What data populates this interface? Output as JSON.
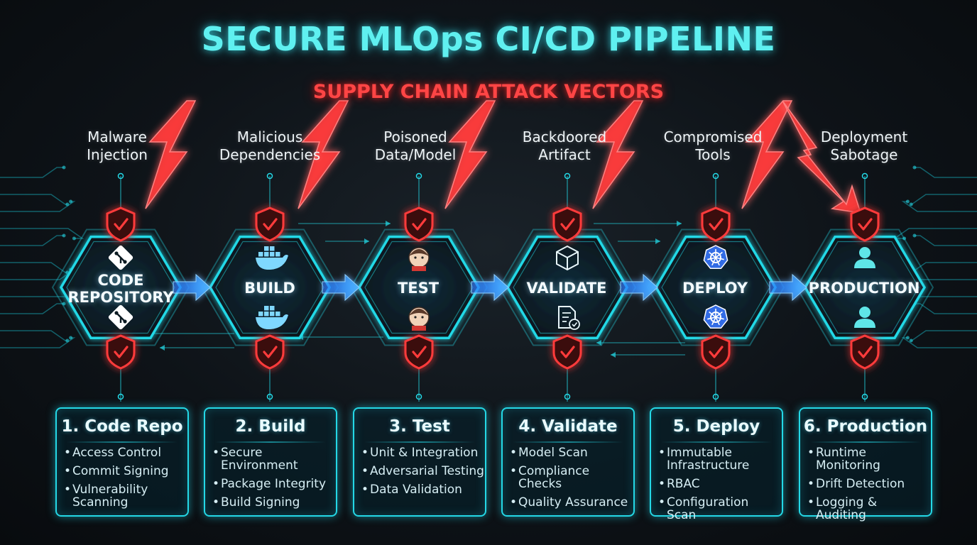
{
  "title": "SECURE MLOps CI/CD PIPELINE",
  "subtitle": "SUPPLY CHAIN ATTACK VECTORS",
  "attacks": [
    {
      "line1": "Malware",
      "line2": "Injection"
    },
    {
      "line1": "Malicious",
      "line2": "Dependencies"
    },
    {
      "line1": "Poisoned",
      "line2": "Data/Model"
    },
    {
      "line1": "Backdoored",
      "line2": "Artifact"
    },
    {
      "line1": "Compromised",
      "line2": "Tools"
    },
    {
      "line1": "Deployment",
      "line2": "Sabotage"
    }
  ],
  "stages": [
    {
      "line1": "CODE",
      "line2": "REPOSITORY",
      "icon": "git-icon"
    },
    {
      "line1": "",
      "line2": "BUILD",
      "icon": "docker-icon"
    },
    {
      "line1": "",
      "line2": "TEST",
      "icon": "jenkins-icon"
    },
    {
      "line1": "",
      "line2": "VALIDATE",
      "icon": "cube-icon"
    },
    {
      "line1": "",
      "line2": "DEPLOY",
      "icon": "kubernetes-icon"
    },
    {
      "line1": "",
      "line2": "PRODUCTION",
      "icon": "user-icon"
    }
  ],
  "cards": [
    {
      "title": "1. Code Repo",
      "items": [
        "Access Control",
        "Commit Signing",
        "Vulnerability\nScanning"
      ]
    },
    {
      "title": "2. Build",
      "items": [
        "Secure Environment",
        "Package Integrity",
        "Build Signing"
      ]
    },
    {
      "title": "3. Test",
      "items": [
        "Unit & Integration",
        "Adversarial Testing",
        "Data Validation"
      ]
    },
    {
      "title": "4. Validate",
      "items": [
        "Model Scan",
        "Compliance Checks",
        "Quality Assurance"
      ]
    },
    {
      "title": "5. Deploy",
      "items": [
        "Immutable\nInfrastructure",
        "RBAC",
        "Configuration Scan"
      ]
    },
    {
      "title": "6. Production",
      "items": [
        "Runtime Monitoring",
        "Drift Detection",
        "Logging & Auditing"
      ]
    }
  ],
  "colors": {
    "accent": "#24d8e6",
    "title": "#5ff0f0",
    "threat": "#ff3b3b",
    "arrow": "#3aa0ff",
    "background": "#0e1318"
  }
}
